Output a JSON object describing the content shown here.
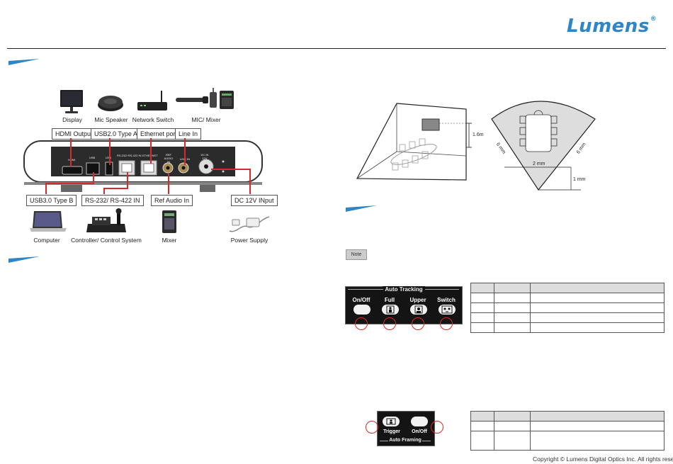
{
  "brand": {
    "name": "Lumens",
    "mark": "®",
    "color": "#2e86c8"
  },
  "accent_red": "#d52b2b",
  "connections": {
    "top": [
      {
        "device": "Display",
        "port": "HDMI Output"
      },
      {
        "device": "Mic Speaker",
        "port": "USB2.0 Type A"
      },
      {
        "device": "Network Switch",
        "port": "Ethernet port"
      },
      {
        "device": "MIC/ Mixer",
        "port": "Line In"
      }
    ],
    "bottom": [
      {
        "device": "Computer",
        "port": "USB3.0 Type B"
      },
      {
        "device": "Controller/ Control System",
        "port": "RS-232/ RS-422 IN"
      },
      {
        "device": "Mixer",
        "port": "Ref Audio In"
      },
      {
        "device": "Power Supply",
        "port": "DC 12V INput"
      }
    ],
    "panel_silk": [
      "HDMI",
      "USB",
      "USB",
      "RS-232/ RS-422 IN",
      "ETHERNET",
      "REF AUDIO IN",
      "LINE IN",
      "DC IN 12V"
    ]
  },
  "room": {
    "height_label": "1.6m",
    "side_left": "6 mm",
    "side_right": "6 mm",
    "width_label": "2 mm",
    "depth_label": "1 mm"
  },
  "note_label": "Note",
  "auto_tracking": {
    "title": "Auto Tracking",
    "buttons": [
      "On/Off",
      "Full",
      "Upper",
      "Switch"
    ]
  },
  "auto_framing": {
    "title": "Auto Framing",
    "buttons": [
      "Trigger",
      "On/Off"
    ]
  },
  "table1_rows": 4,
  "table2_rows": 2,
  "copyright": "Copyright © Lumens Digital Optics Inc. All rights reserved"
}
